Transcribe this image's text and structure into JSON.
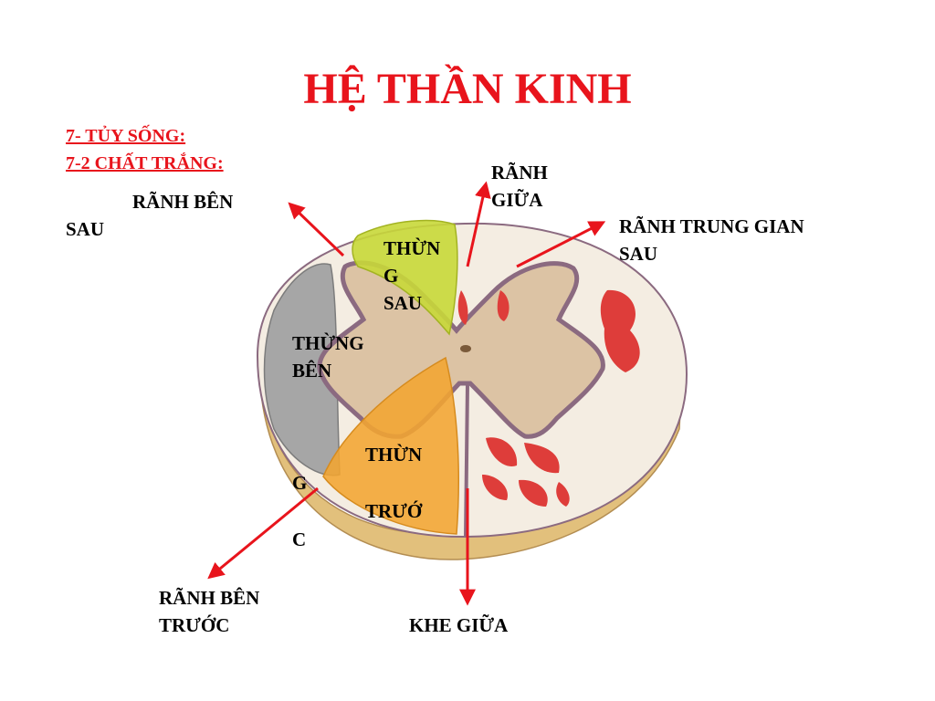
{
  "title": "HỆ THẦN KINH",
  "subtitle": {
    "line1": "7- TỦY SỐNG:",
    "line2": "7-2 CHẤT TRẮNG:"
  },
  "labels": {
    "ranh_ben_sau": [
      "RÃNH BÊN",
      "SAU"
    ],
    "ranh_giua": [
      "RÃNH",
      "GIỮA"
    ],
    "ranh_trung_gian_sau": [
      "RÃNH TRUNG GIAN",
      "SAU"
    ],
    "thung_sau": [
      "THỪN",
      "G",
      "SAU"
    ],
    "thung_ben": [
      "THỪNG",
      "BÊN"
    ],
    "thung_truoc": [
      "THỪN",
      "G",
      "TRƯỚ",
      "C"
    ],
    "ranh_ben_truoc": [
      "RÃNH BÊN",
      "TRƯỚC"
    ],
    "khe_giua": "KHE GIỮA"
  },
  "colors": {
    "title": "#e8141c",
    "arrow": "#e8141c",
    "white_matter": "#f4ede2",
    "gray_matter": "#dcc3a4",
    "gray_outline": "#8b6a80",
    "posterior_funiculus": "#c8d838",
    "lateral_funiculus": "#a6a6a6",
    "anterior_funiculus": "#f2a531",
    "tract_red": "#de3d3a"
  }
}
